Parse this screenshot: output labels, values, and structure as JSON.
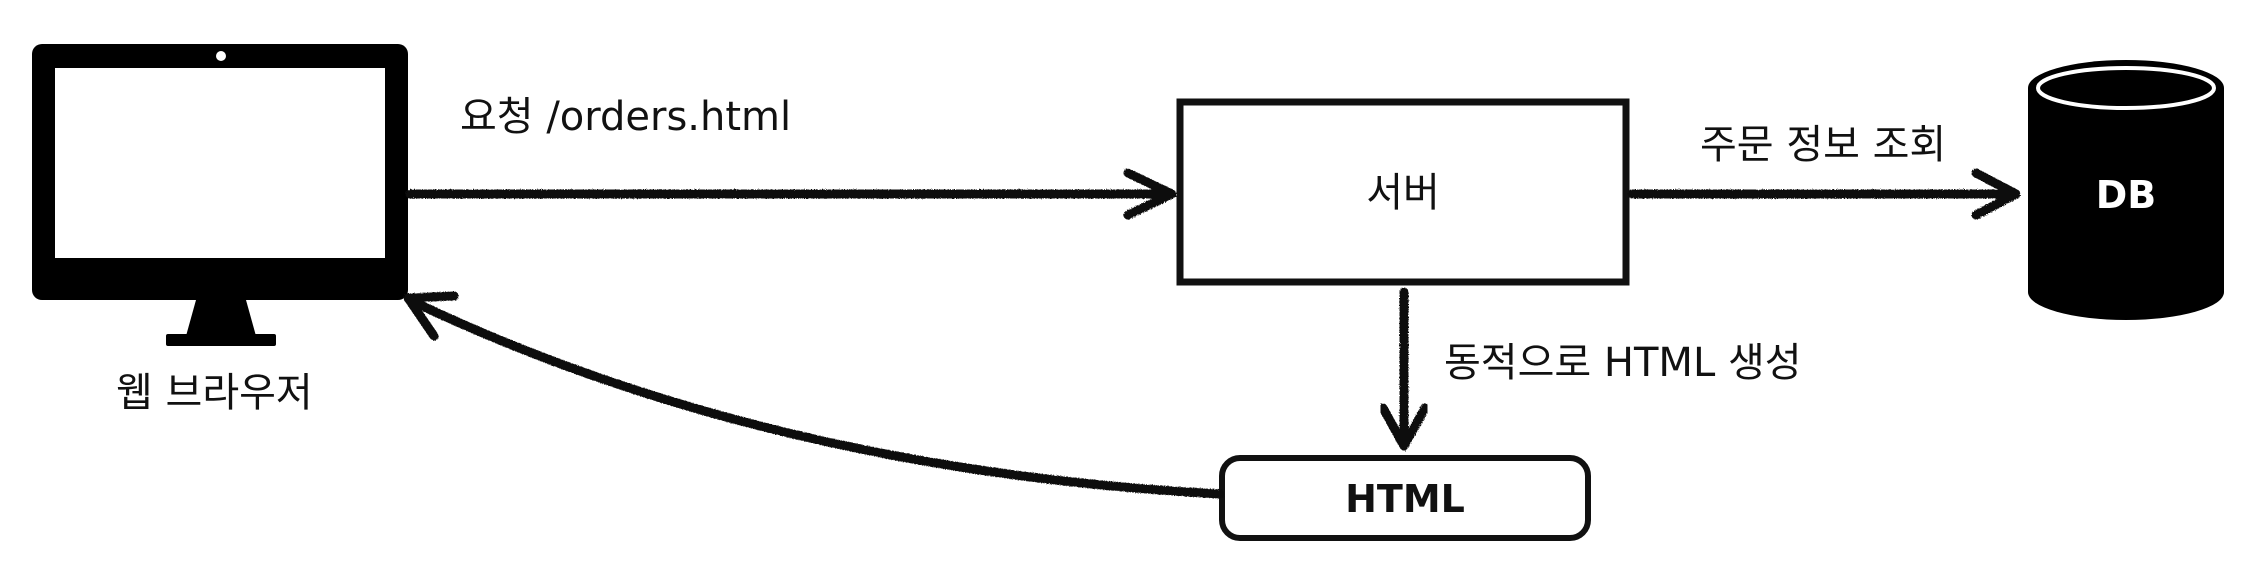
{
  "request_label": "요청 /orders.html",
  "browser_label": "웹 브라우저",
  "server_label": "서버",
  "db_query_label": "주문 정보 조회",
  "db_label": "DB",
  "generate_label": "동적으로 HTML 생성",
  "html_label": "HTML",
  "colors": {
    "stroke": "#111111",
    "fill_dark": "#000000",
    "background": "#ffffff",
    "db_text": "#ffffff"
  },
  "icons": {
    "browser": "monitor-icon",
    "database": "database-cylinder-icon"
  }
}
